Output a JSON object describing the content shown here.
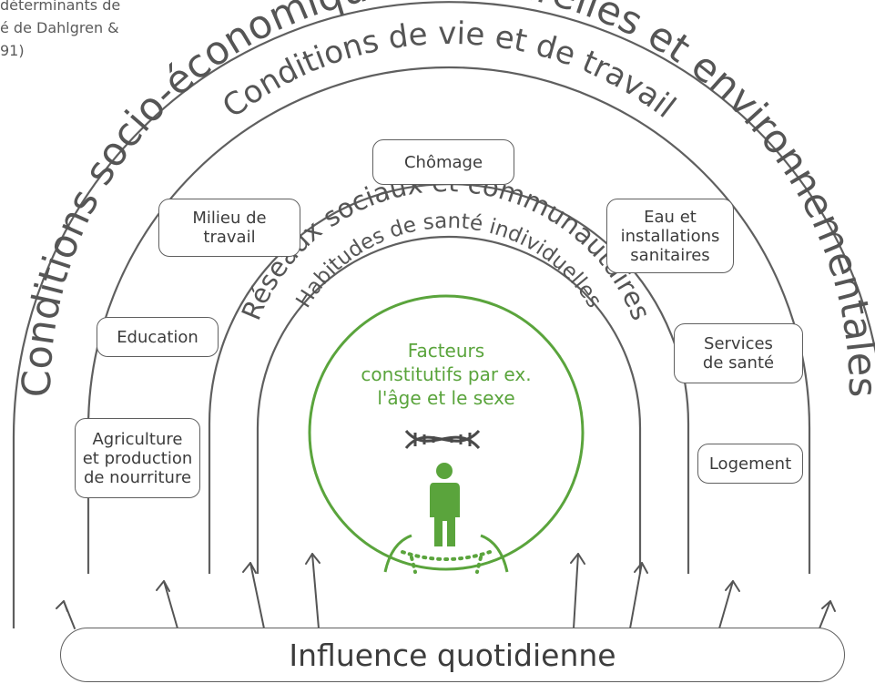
{
  "caption": {
    "lines": [
      "déterminants de",
      "é de Dahlgren &",
      "91)"
    ]
  },
  "rings": {
    "outer": "Conditions socio-économiques, culturelles et environnementales",
    "second": "Conditions de vie et de travail",
    "third": "Réseaux sociaux et communautaires",
    "fourth": "Habitudes de santé individuelles"
  },
  "core": {
    "lines": [
      "Facteurs",
      "constitutifs par ex.",
      "l'âge et le sexe"
    ],
    "icons": [
      "dna-icon",
      "person-icon"
    ]
  },
  "boxes": {
    "chomage": [
      "Chômage"
    ],
    "milieu": [
      "Milieu de",
      "travail"
    ],
    "eau": [
      "Eau et",
      "installations",
      "sanitaires"
    ],
    "education": [
      "Education"
    ],
    "services": [
      "Services",
      "de santé"
    ],
    "agriculture": [
      "Agriculture",
      "et production",
      "de nourriture"
    ],
    "logement": [
      "Logement"
    ]
  },
  "bottom": {
    "label": "Influence quotidienne"
  },
  "colors": {
    "ring": "#5f5f5f",
    "text": "#555555",
    "accent_green": "#5aa43c"
  }
}
